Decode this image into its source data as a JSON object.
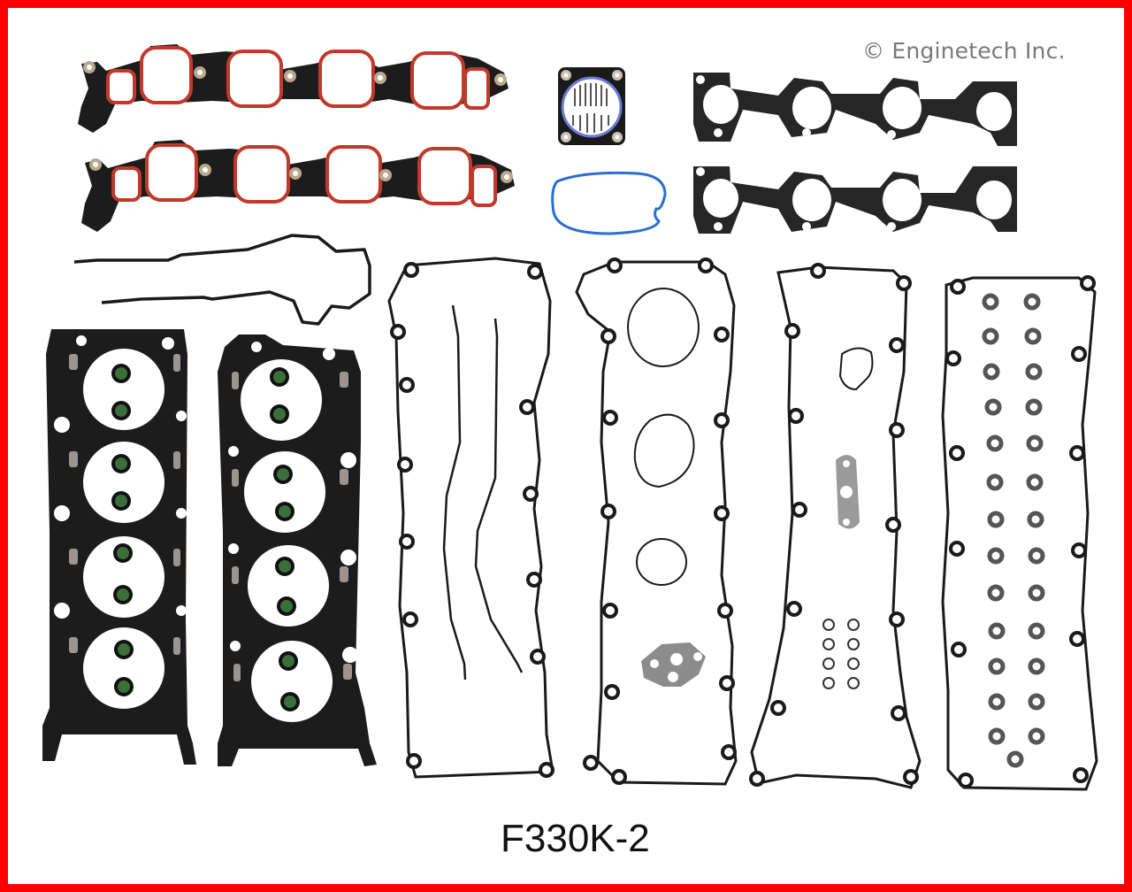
{
  "image": {
    "border_color": "#ff0000",
    "background_color": "#ffffff"
  },
  "watermark": {
    "copyright_text": "© Enginetech Inc."
  },
  "product": {
    "part_number": "F330K-2"
  },
  "components": [
    {
      "name": "intake-manifold-gasket",
      "count": 2,
      "colors": [
        "#1a1a1a",
        "#c0392b"
      ]
    },
    {
      "name": "throttle-body-gasket",
      "count": 1,
      "colors": [
        "#1a1a1a",
        "#6b7bd6"
      ]
    },
    {
      "name": "blue-o-ring-seal",
      "count": 1,
      "colors": [
        "#2a6fd1"
      ]
    },
    {
      "name": "exhaust-manifold-gasket",
      "count": 2,
      "colors": [
        "#222222"
      ]
    },
    {
      "name": "timing-cover-seal",
      "count": 1,
      "colors": [
        "#1a1a1a"
      ]
    },
    {
      "name": "cylinder-head-gasket",
      "count": 2,
      "colors": [
        "#1a1a1a",
        "#9a9590",
        "#3c6e3c"
      ]
    },
    {
      "name": "valve-cover-gasket",
      "count": 4,
      "colors": [
        "#1a1a1a"
      ]
    },
    {
      "name": "spark-plug-tube-seal",
      "count": 27,
      "colors": [
        "#555555"
      ]
    },
    {
      "name": "small-o-ring",
      "count": 8,
      "colors": [
        "#333333"
      ]
    },
    {
      "name": "egr-gasket",
      "count": 1,
      "colors": [
        "#8a8a8a"
      ]
    },
    {
      "name": "iac-valve-gasket",
      "count": 1,
      "colors": [
        "#8a8a8a"
      ]
    }
  ]
}
